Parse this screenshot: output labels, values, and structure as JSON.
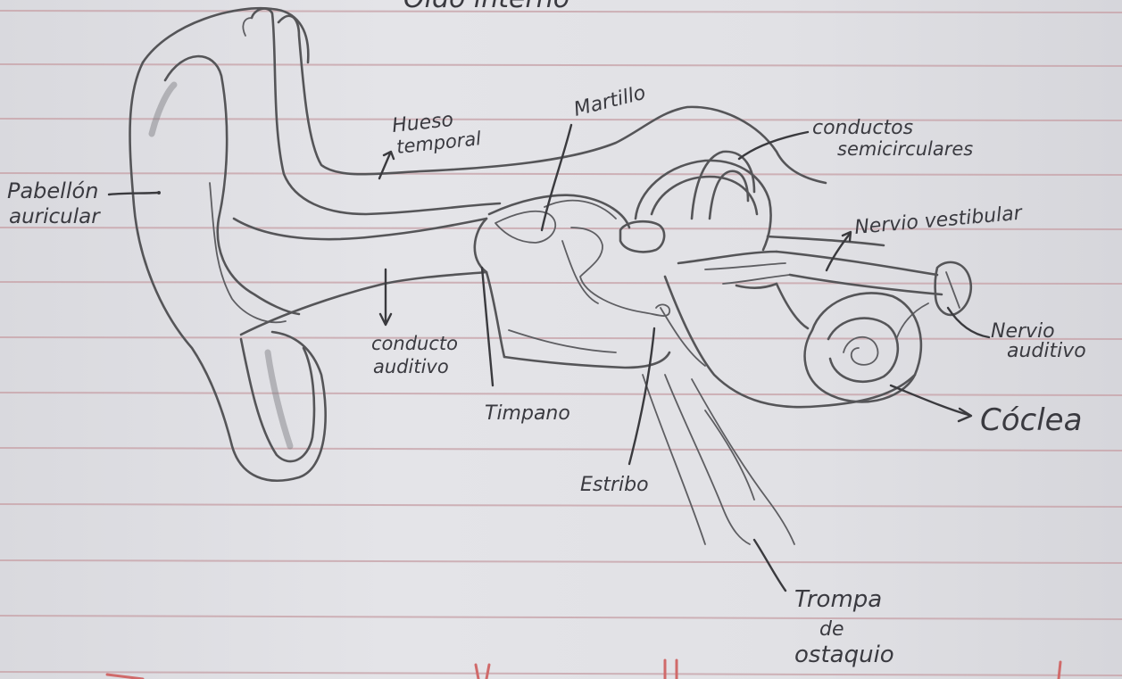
{
  "diagram": {
    "heading_fragment": "Oído interno",
    "labels": {
      "pabellon_line1": "Pabellón",
      "pabellon_line2": "auricular",
      "hueso_line1": "Hueso",
      "hueso_line2": "temporal",
      "martillo": "Martillo",
      "conductos_line1": "conductos",
      "conductos_line2": "semicirculares",
      "nervio_vestibular": "Nervio vestibular",
      "nervio_auditivo_line1": "Nervio",
      "nervio_auditivo_line2": "auditivo",
      "conducto_line1": "conducto",
      "conducto_line2": "auditivo",
      "timpano": "Timpano",
      "coclea": "Cóclea",
      "estribo": "Estribo",
      "trompa_line1": "Trompa",
      "trompa_line2": "de",
      "trompa_line3": "ostaquio"
    }
  }
}
